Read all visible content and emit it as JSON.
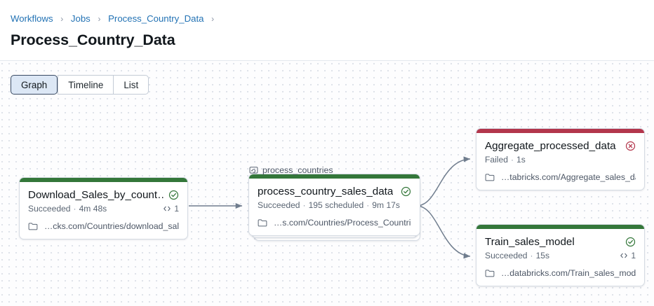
{
  "header": {
    "breadcrumb": {
      "items": [
        {
          "label": "Workflows",
          "type": "link"
        },
        {
          "label": "Jobs",
          "type": "link"
        },
        {
          "label": "Process_Country_Data",
          "type": "link"
        }
      ],
      "separator": "›",
      "trailing_separator": "›"
    },
    "page_title": "Process_Country_Data"
  },
  "tabs": [
    {
      "id": "graph",
      "label": "Graph",
      "active": true
    },
    {
      "id": "timeline",
      "label": "Timeline",
      "active": false
    },
    {
      "id": "list",
      "label": "List",
      "active": false
    }
  ],
  "graph": {
    "foreach_label": {
      "text": "process_countries",
      "icon": "for-each-loop-icon"
    },
    "nodes": [
      {
        "id": "download-sales-by-country",
        "title": "Download_Sales_by_count…",
        "status": "Succeeded",
        "status_icon": "check-circle-icon",
        "state": "success",
        "duration": "4m 48s",
        "scheduled": "",
        "retry_count": "1",
        "retry_icon": "repair-code-icon",
        "path": "…cks.com/Countries/download_sales",
        "path_icon": "folder-icon"
      },
      {
        "id": "process-country-sales-data",
        "title": "process_country_sales_data",
        "status": "Succeeded",
        "status_icon": "check-circle-icon",
        "state": "success",
        "duration": "9m 17s",
        "scheduled": "195 scheduled",
        "retry_count": "",
        "retry_icon": "",
        "path": "…s.com/Countries/Process_Countries",
        "path_icon": "folder-icon"
      },
      {
        "id": "aggregate-processed-data",
        "title": "Aggregate_processed_data",
        "status": "Failed",
        "status_icon": "error-circle-icon",
        "state": "failed",
        "duration": "1s",
        "scheduled": "",
        "retry_count": "",
        "retry_icon": "",
        "path": "…tabricks.com/Aggregate_sales_data",
        "path_icon": "folder-icon"
      },
      {
        "id": "train-sales-model",
        "title": "Train_sales_model",
        "status": "Succeeded",
        "status_icon": "check-circle-icon",
        "state": "success",
        "duration": "15s",
        "scheduled": "",
        "retry_count": "1",
        "retry_icon": "repair-code-icon",
        "path": "…databricks.com/Train_sales_model",
        "path_icon": "folder-icon"
      }
    ]
  },
  "colors": {
    "success": "#34773a",
    "failed": "#b3364c",
    "link": "#2272b4",
    "edge": "#6b7788",
    "tab_active_bg": "#dce7f5"
  }
}
